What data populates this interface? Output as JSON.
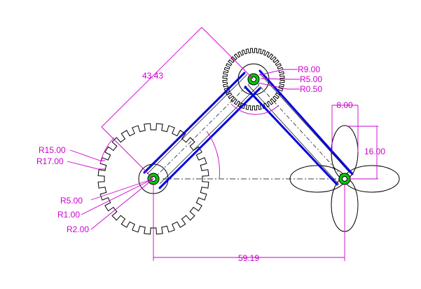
{
  "colors": {
    "background": "#ffffff",
    "geometry": "#000000",
    "dimension": "#cc00cc",
    "link": "#0000dd",
    "pivot": "#00cc00",
    "centerline": "#000000"
  },
  "dimensions": {
    "link_length": "43.43",
    "horizontal_distance": "59.19",
    "petal_width": "8.00",
    "petal_height": "16.00",
    "top_gear_outer_radius": "R9.00",
    "top_gear_hub_radius": "R5.00",
    "top_gear_hole_radius": "R0.50",
    "left_gear_root_radius": "R15.00",
    "left_gear_tip_radius": "R17.00",
    "left_hub_radius": "R5.00",
    "left_pin_radius": "R1.00",
    "left_bore_radius": "R2.00"
  }
}
